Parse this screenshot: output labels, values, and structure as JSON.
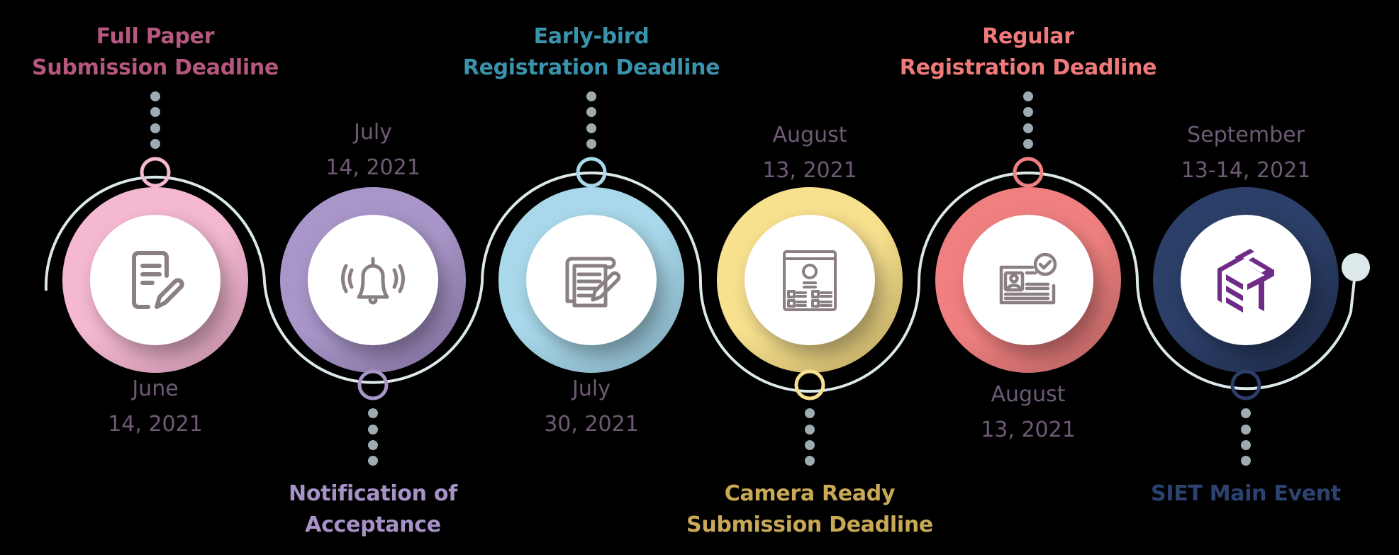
{
  "colors": {
    "background": "#000000",
    "wave_line": "#dce8ea",
    "connector_dots": "#9eabb0",
    "date_text": "#6e5a75",
    "icon_stroke": "#8a7f82"
  },
  "milestones": [
    {
      "id": "full-paper",
      "title_line1": "Full Paper",
      "title_line2": "Submission Deadline",
      "date_line1": "June",
      "date_line2": "14, 2021",
      "icon": "document-edit-icon",
      "color": "#f4b8d1",
      "shade": "#b07e98",
      "label_color": "#b5577e",
      "label_position": "top"
    },
    {
      "id": "notification",
      "title_line1": "Notification of",
      "title_line2": "Acceptance",
      "date_line1": "July",
      "date_line2": "14, 2021",
      "icon": "bell-ringing-icon",
      "color": "#a996c9",
      "shade": "#6f5f8a",
      "label_color": "#a792c8",
      "label_position": "bottom"
    },
    {
      "id": "early-bird",
      "title_line1": "Early-bird",
      "title_line2": "Registration Deadline",
      "date_line1": "July",
      "date_line2": "30, 2021",
      "icon": "notepad-pencil-icon",
      "color": "#a8d8ea",
      "shade": "#6f98a8",
      "label_color": "#3a93ac",
      "label_position": "top"
    },
    {
      "id": "camera-ready",
      "title_line1": "Camera Ready",
      "title_line2": "Submission Deadline",
      "date_line1": "August",
      "date_line2": "13, 2021",
      "icon": "profile-form-icon",
      "color": "#f7e08e",
      "shade": "#a89350",
      "label_color": "#c9a956",
      "label_position": "bottom"
    },
    {
      "id": "regular-registration",
      "title_line1": "Regular",
      "title_line2": "Registration Deadline",
      "date_line1": "August",
      "date_line2": "13, 2021",
      "icon": "id-card-check-icon",
      "color": "#f08080",
      "shade": "#a05656",
      "label_color": "#f07a7a",
      "label_position": "top"
    },
    {
      "id": "main-event",
      "title_line1": "SIET Main Event",
      "title_line2": "",
      "date_line1": "September",
      "date_line2": "13-14, 2021",
      "icon": "siet-logo-icon",
      "color": "#2c3f68",
      "shade": "#18223d",
      "label_color": "#2c4270",
      "label_position": "bottom"
    }
  ],
  "logo": {
    "text": "SIET",
    "color": "#6f2c86"
  }
}
